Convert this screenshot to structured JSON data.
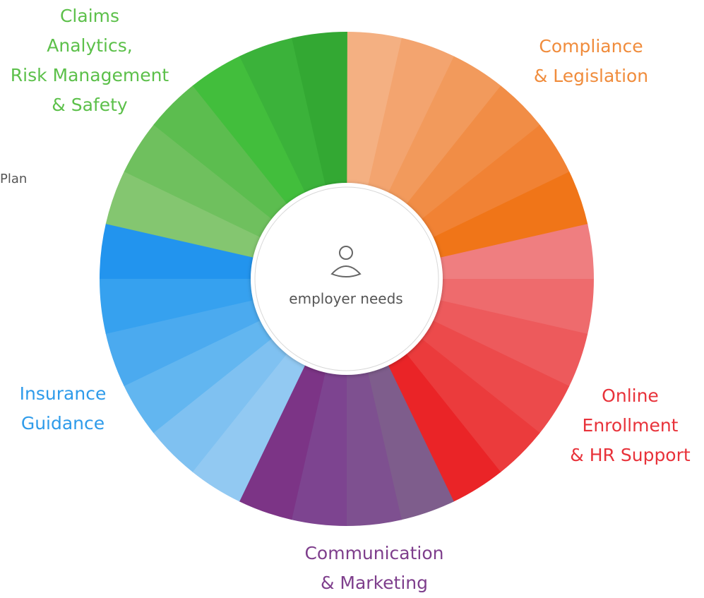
{
  "center": {
    "label": "employer needs",
    "icon": "person-icon"
  },
  "side_label": "Plan",
  "segments": [
    {
      "group": "compliance",
      "color": "#F4B082"
    },
    {
      "group": "compliance",
      "color": "#F3A46F"
    },
    {
      "group": "compliance",
      "color": "#F29A5C"
    },
    {
      "group": "compliance",
      "color": "#F18D46"
    },
    {
      "group": "compliance",
      "color": "#F18234"
    },
    {
      "group": "compliance",
      "color": "#F07518"
    },
    {
      "group": "enrollment",
      "color": "#EF7E80"
    },
    {
      "group": "enrollment",
      "color": "#EE6B6D"
    },
    {
      "group": "enrollment",
      "color": "#ED5A5C"
    },
    {
      "group": "enrollment",
      "color": "#EC4A4B"
    },
    {
      "group": "enrollment",
      "color": "#EB3B3C"
    },
    {
      "group": "enrollment",
      "color": "#EA2427"
    },
    {
      "group": "communication",
      "color": "#7E5D8C"
    },
    {
      "group": "communication",
      "color": "#7E5090"
    },
    {
      "group": "communication",
      "color": "#7D4490"
    },
    {
      "group": "communication",
      "color": "#7C3486"
    },
    {
      "group": "insurance",
      "color": "#92C9F2"
    },
    {
      "group": "insurance",
      "color": "#7FC1F1"
    },
    {
      "group": "insurance",
      "color": "#62B6F0"
    },
    {
      "group": "insurance",
      "color": "#4BAAEF"
    },
    {
      "group": "insurance",
      "color": "#36A1EF"
    },
    {
      "group": "insurance",
      "color": "#2294EE"
    },
    {
      "group": "claims",
      "color": "#84C670"
    },
    {
      "group": "claims",
      "color": "#6FC05E"
    },
    {
      "group": "claims",
      "color": "#5CBD4F"
    },
    {
      "group": "claims",
      "color": "#42BE3C"
    },
    {
      "group": "claims",
      "color": "#3BB23A"
    },
    {
      "group": "claims",
      "color": "#33A833"
    }
  ],
  "categories": {
    "compliance": {
      "lines": [
        "Compliance",
        "& Legislation"
      ],
      "color": "#F08C3C"
    },
    "enrollment": {
      "lines": [
        "Online",
        "Enrollment",
        "& HR Support"
      ],
      "color": "#E8323A"
    },
    "communication": {
      "lines": [
        "Communication",
        "& Marketing"
      ],
      "color": "#7E3E8C"
    },
    "insurance": {
      "lines": [
        "Insurance",
        "Guidance"
      ],
      "color": "#2E9BEA"
    },
    "claims": {
      "lines": [
        "Claims",
        "Analytics,",
        "Risk Management",
        "& Safety"
      ],
      "color": "#5CC04A"
    }
  }
}
